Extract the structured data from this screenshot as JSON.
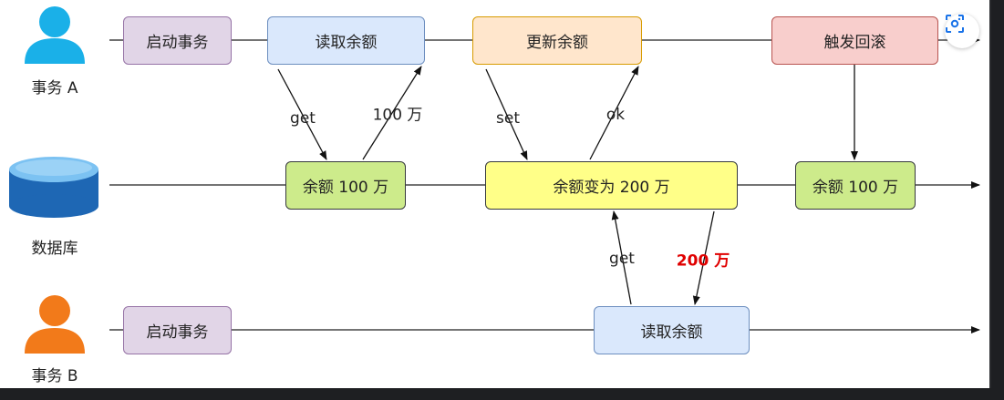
{
  "actors": {
    "txA": "事务 A",
    "db": "数据库",
    "txB": "事务 B"
  },
  "boxes": {
    "a_start": "启动事务",
    "a_read": "读取余额",
    "a_update": "更新余额",
    "a_rollback": "触发回滚",
    "db_balance1": "余额 100 万",
    "db_changed": "余额变为 200 万",
    "db_balance2": "余额 100 万",
    "b_start": "启动事务",
    "b_read": "读取余额"
  },
  "edge_labels": {
    "get1": "get",
    "val1": "100 万",
    "set": "set",
    "ok": "ok",
    "get2": "get",
    "val2": "200 万"
  },
  "colors": {
    "actor_a": "#1ab0e8",
    "actor_b": "#f27a1a",
    "dirty_read_value": "#e00000"
  },
  "icons": [
    "person-icon",
    "database-icon",
    "person-icon",
    "lens-icon"
  ]
}
